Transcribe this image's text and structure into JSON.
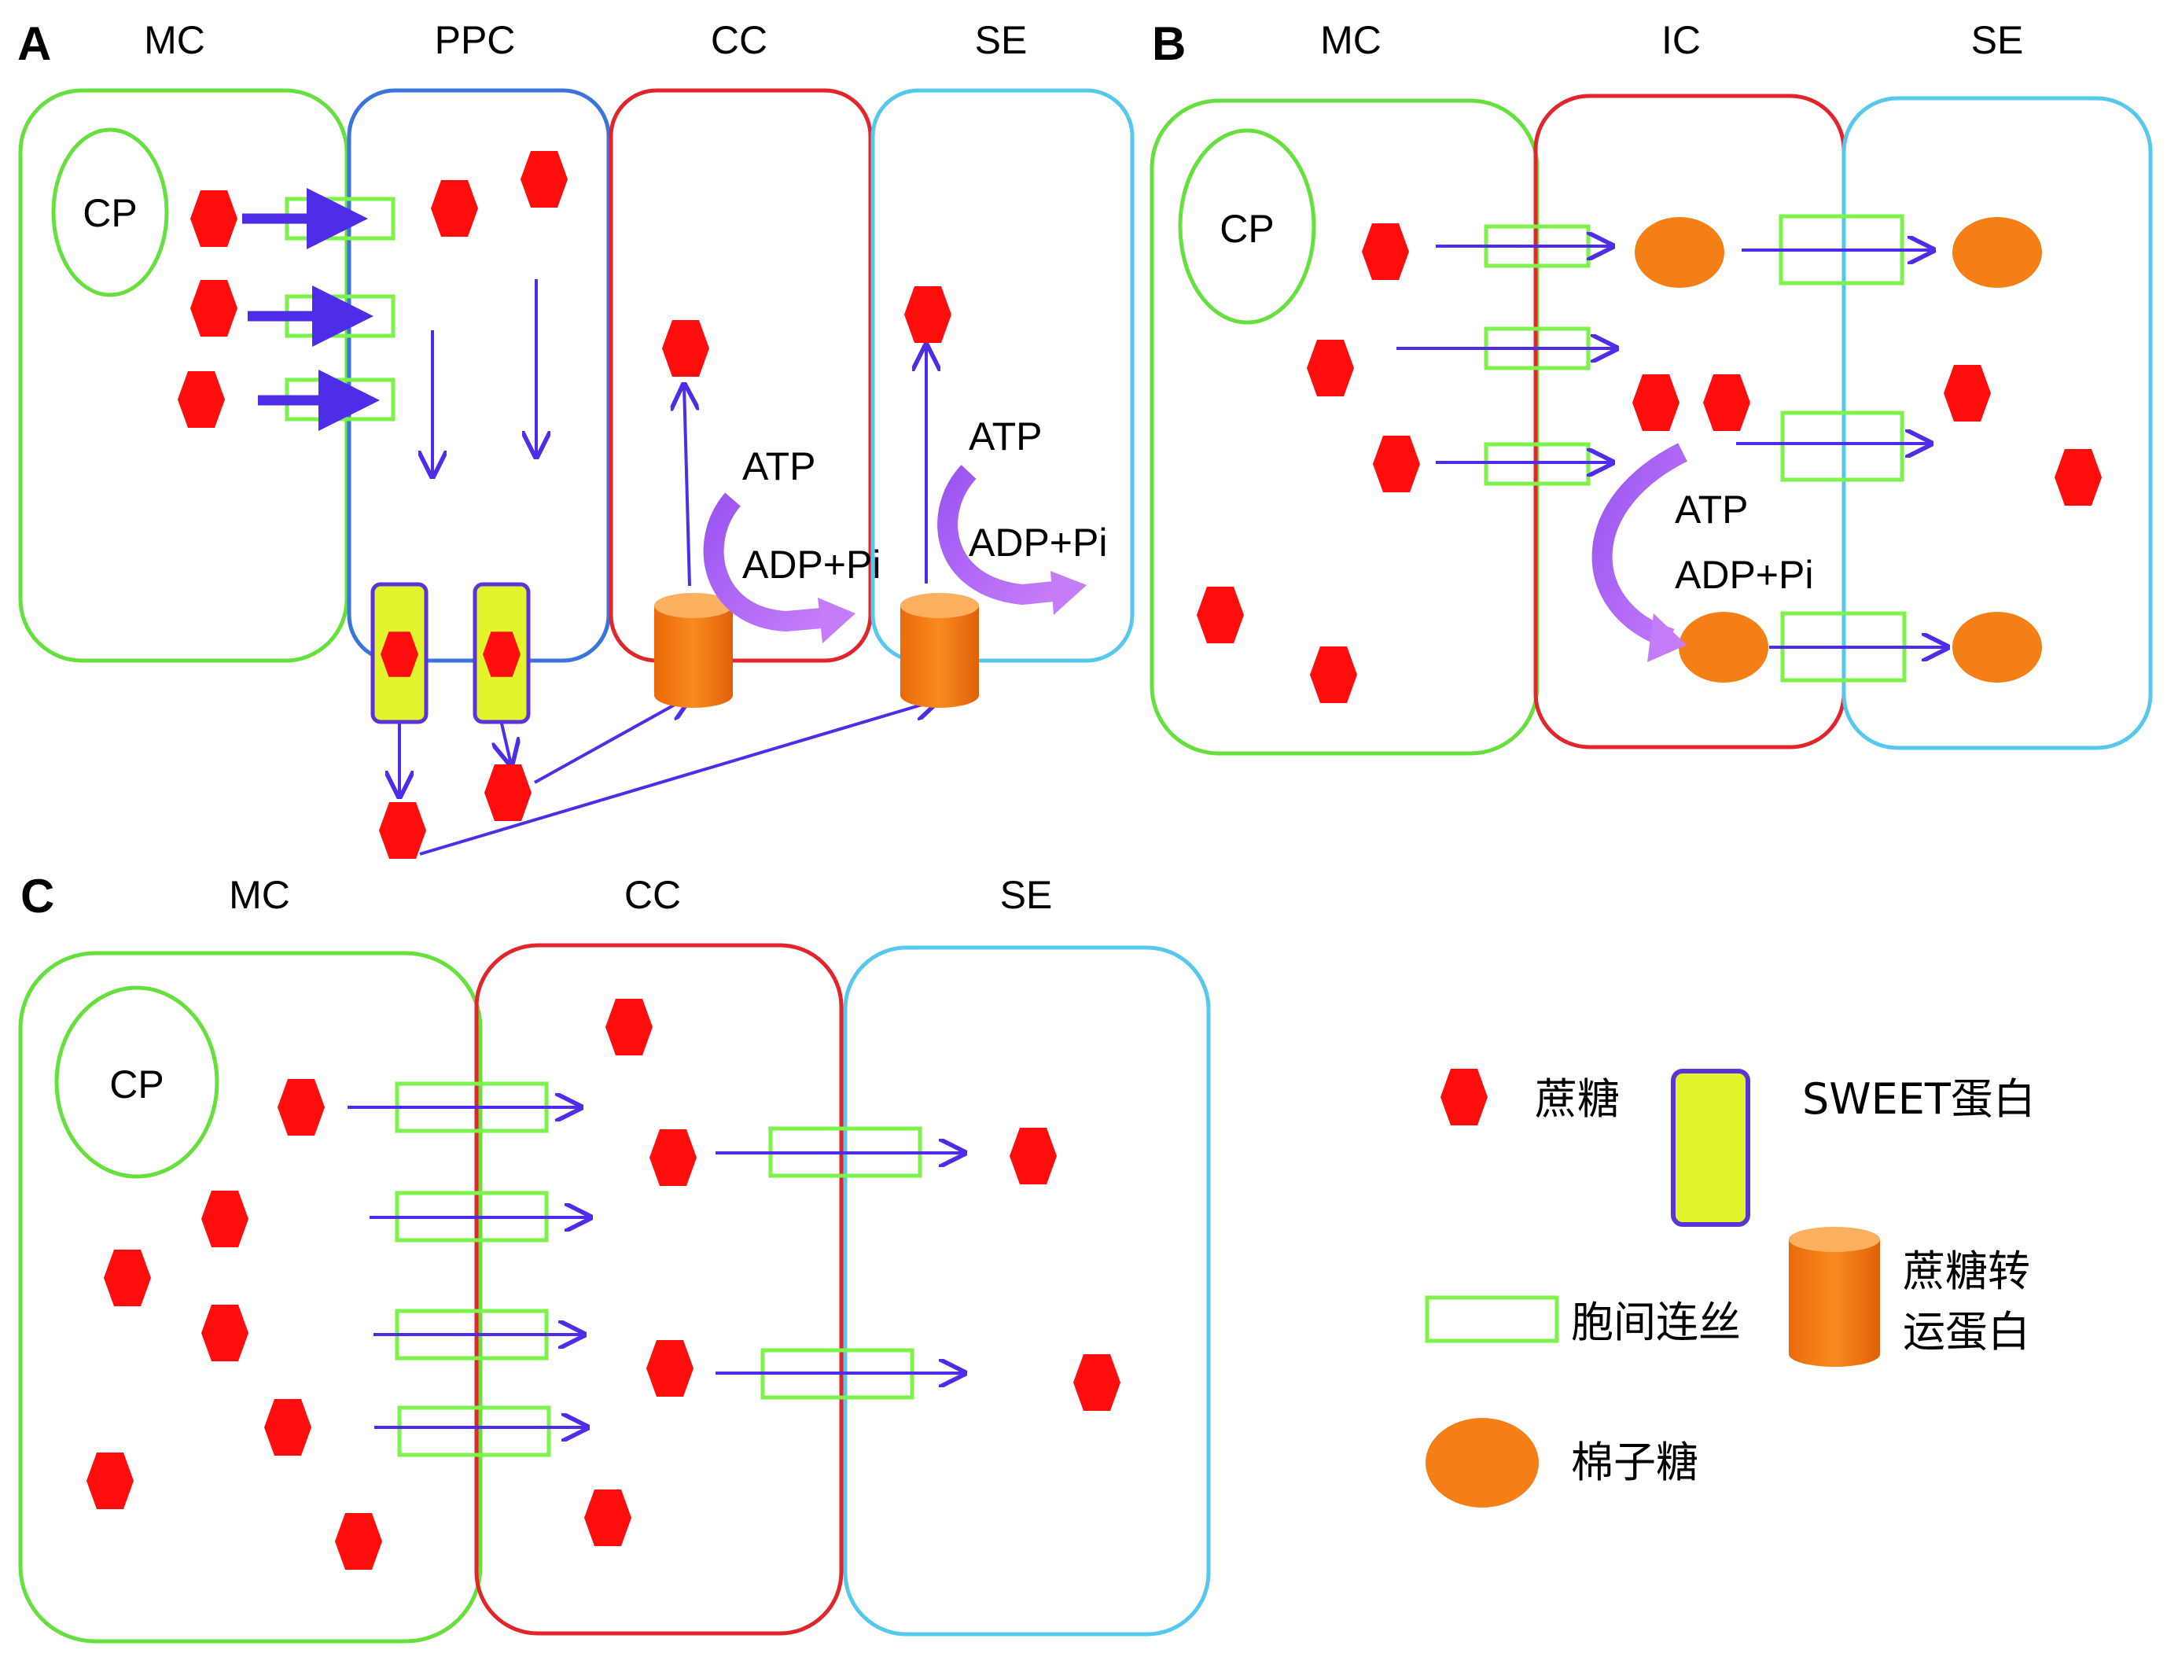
{
  "colors": {
    "sucrose": "#ff0d0d",
    "raffinose": "#f57f17",
    "plasmodesmata": "#7cf24a",
    "arrow": "#4f2ce8",
    "atp_arrow": "#b06af7",
    "sweet_fill": "#e2f52c",
    "sweet_border": "#5b33d6",
    "mc_border": "#66e03c",
    "ppc_border": "#3b74dd",
    "cc_border": "#e3242b",
    "se_border": "#56c8ec"
  },
  "panels": {
    "a": {
      "letter": "A",
      "headers": [
        "MC",
        "PPC",
        "CC",
        "SE"
      ],
      "cp": "CP",
      "cc_atp": "ATP",
      "cc_adp": "ADP+Pi",
      "se_atp": "ATP",
      "se_adp": "ADP+Pi"
    },
    "b": {
      "letter": "B",
      "headers": [
        "MC",
        "IC",
        "SE"
      ],
      "cp": "CP",
      "atp": "ATP",
      "adp": "ADP+Pi"
    },
    "c": {
      "letter": "C",
      "headers": [
        "MC",
        "CC",
        "SE"
      ],
      "cp": "CP"
    }
  },
  "legend": {
    "sucrose": "蔗糖",
    "sweet_protein": "SWEET蛋白",
    "plasmodesmata": "胞间连丝",
    "transporter_line1": "蔗糖转",
    "transporter_line2": "运蛋白",
    "raffinose": "棉子糖"
  },
  "icons": {
    "sucrose": "red-hexagon",
    "raffinose": "orange-ellipse",
    "transporter": "orange-cylinder",
    "sweet": "yellow-rounded-rect",
    "plasmodesma": "green-rect"
  }
}
